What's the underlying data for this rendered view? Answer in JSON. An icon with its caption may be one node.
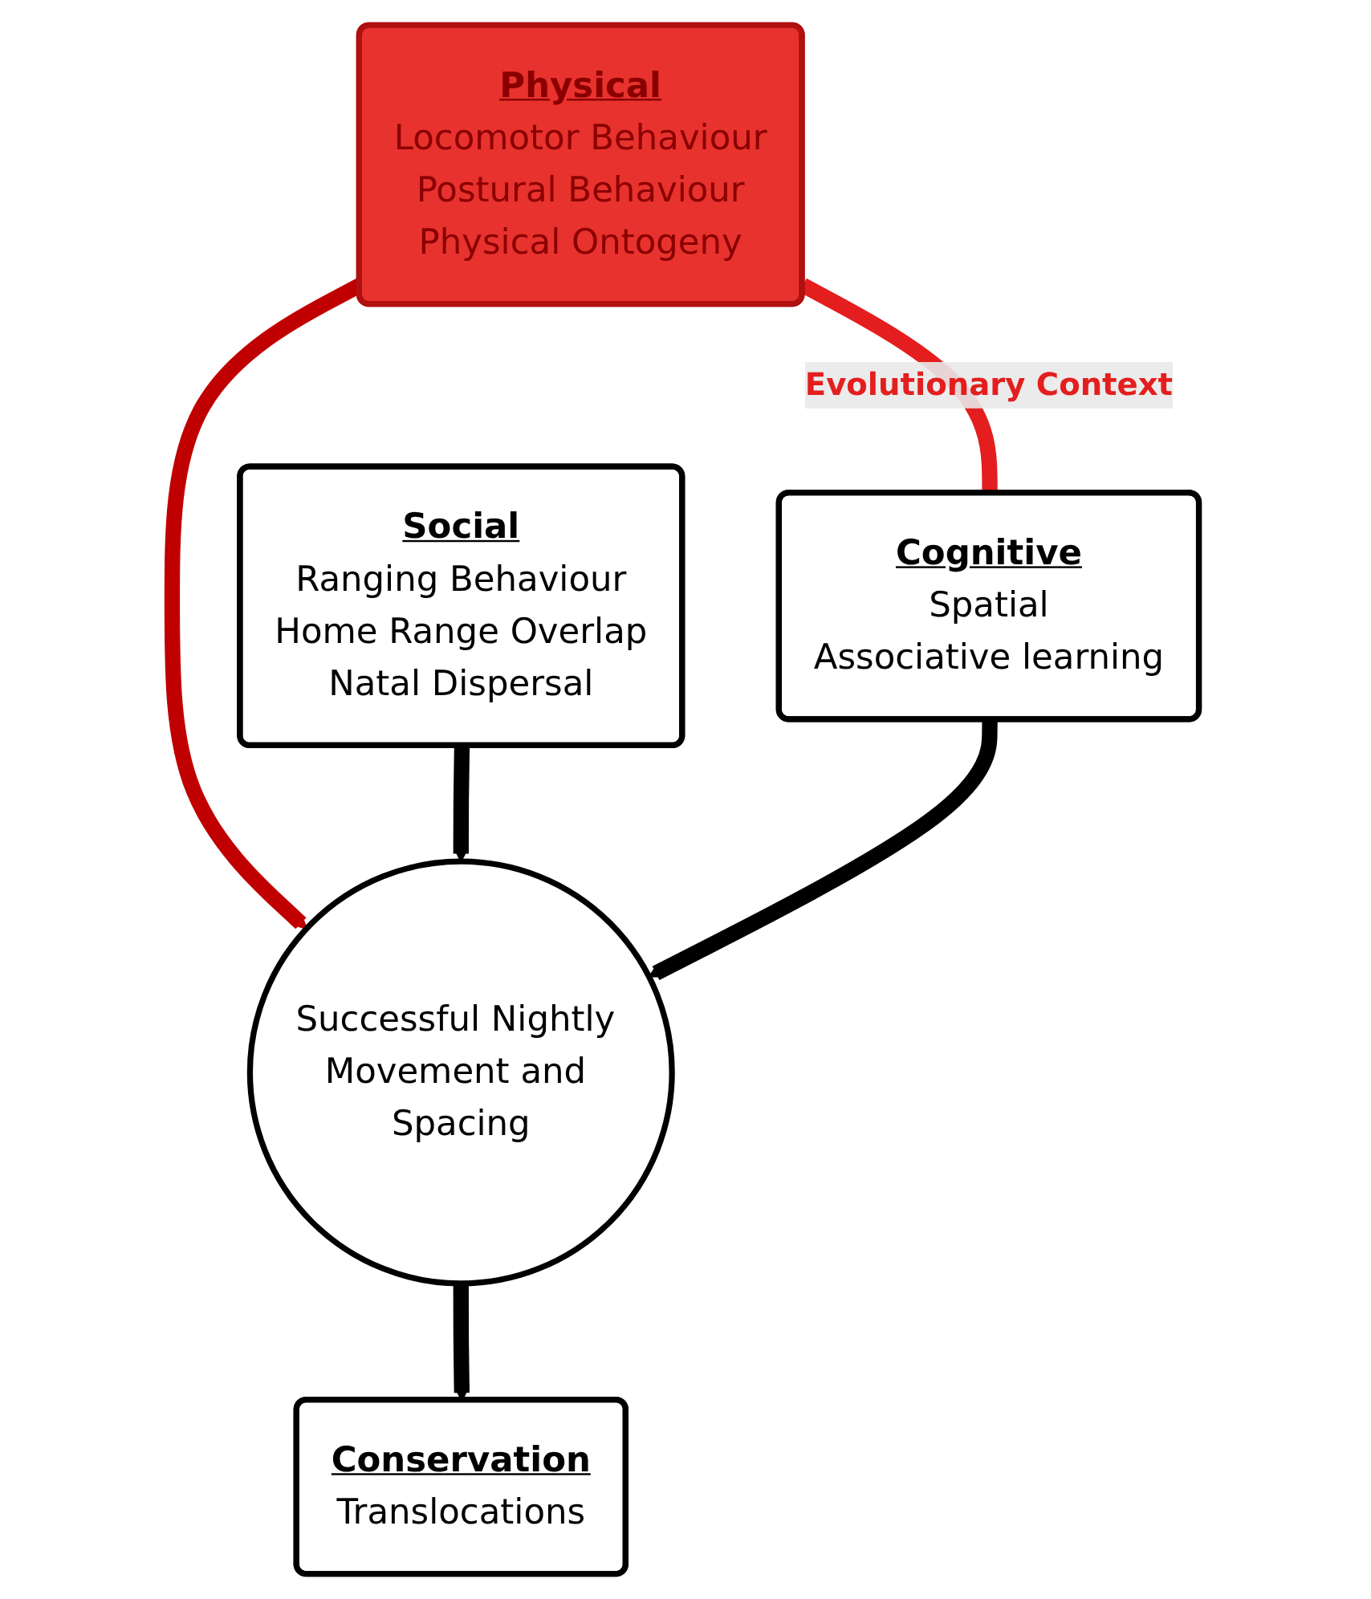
{
  "diagram": {
    "nodes": [
      {
        "text": [
          "Physical",
          "Locomotor Behaviour",
          "Postural Behaviour",
          "Physical Ontogeny"
        ]
      },
      {
        "text": [
          "Social",
          "Ranging Behaviour",
          "Home Range Overlap",
          "Natal Dispersal"
        ]
      },
      {
        "text": [
          "Cognitive",
          "Spatial",
          "Associative learning"
        ]
      },
      {
        "text": [
          "Successful Nightly Movement and Spacing"
        ]
      },
      {
        "text": [
          "Conservation",
          "Translocations"
        ]
      }
    ],
    "edges": [
      {
        "from": 0,
        "to": 2,
        "arrow": "none",
        "label": "Evolutionary Context",
        "color": "#e41e1e"
      },
      {
        "from": 0,
        "to": 3,
        "arrow": "to",
        "color": "#c00000"
      },
      {
        "from": 1,
        "to": 3,
        "arrow": "to"
      },
      {
        "from": 2,
        "to": 3,
        "arrow": "to"
      },
      {
        "from": 3,
        "to": 4,
        "arrow": "to"
      }
    ]
  }
}
